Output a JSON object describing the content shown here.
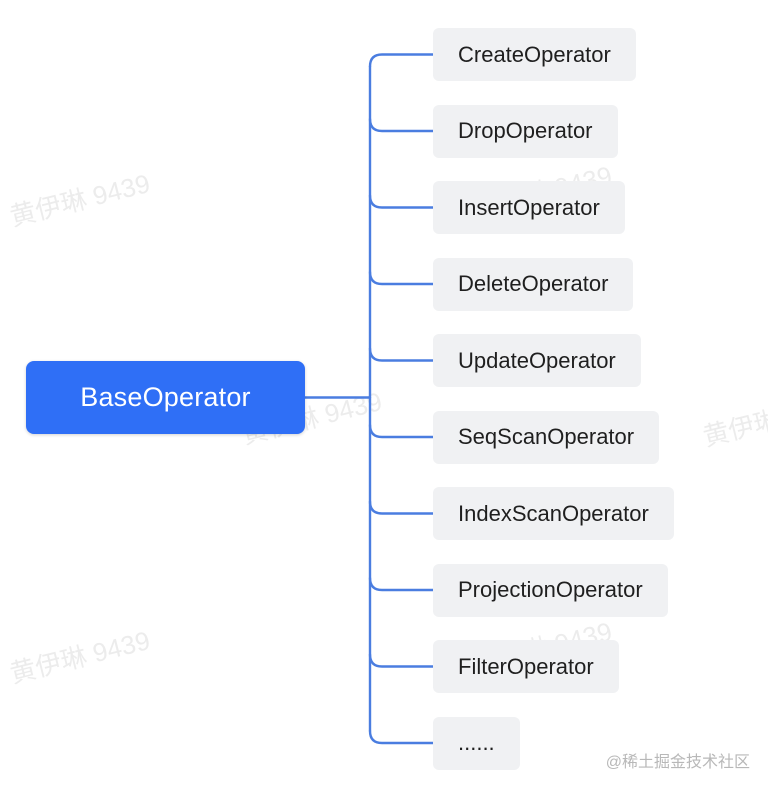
{
  "diagram": {
    "root": {
      "label": "BaseOperator",
      "color": "#2f6ff6"
    },
    "children": [
      "CreateOperator",
      "DropOperator",
      "InsertOperator",
      "DeleteOperator",
      "UpdateOperator",
      "SeqScanOperator",
      "IndexScanOperator",
      "ProjectionOperator",
      "FilterOperator",
      "......"
    ],
    "connector_color": "#4a7de0"
  },
  "watermarks": [
    "黄伊琳 9439",
    "黄伊琳 9439",
    "黄伊琳 9439",
    "黄伊琳",
    "黄伊琳 9439",
    "黄伊琳 9439"
  ],
  "footer_credit": "@稀土掘金技术社区"
}
